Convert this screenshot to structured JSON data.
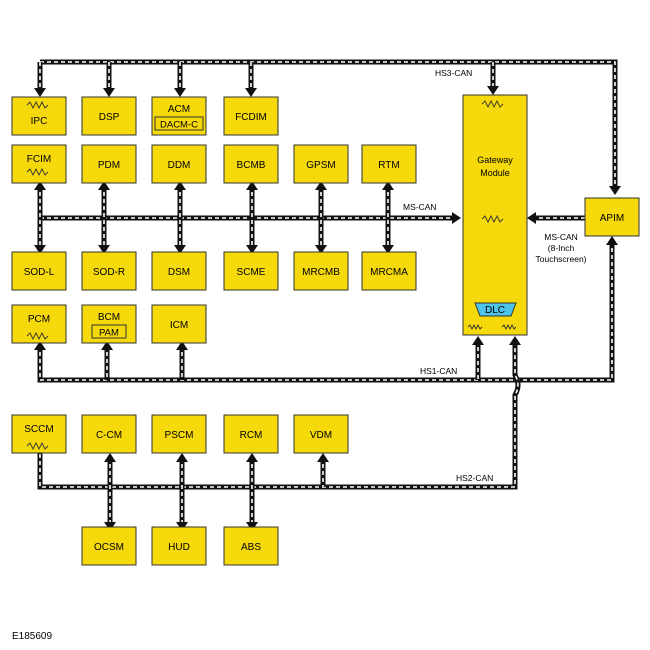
{
  "colors": {
    "module_fill": "#f5d90a",
    "module_stroke": "#333333",
    "bus_dark": "#111111",
    "bus_light": "#ffffff",
    "dlc_fill": "#4cc3e8"
  },
  "modules": {
    "ipc": "IPC",
    "dsp": "DSP",
    "acm": "ACM",
    "dacm_c": "DACM-C",
    "fcdim": "FCDIM",
    "fcim": "FCIM",
    "pdm": "PDM",
    "ddm": "DDM",
    "bcmb": "BCMB",
    "gpsm": "GPSM",
    "rtm": "RTM",
    "sod_l": "SOD-L",
    "sod_r": "SOD-R",
    "dsm": "DSM",
    "scme": "SCME",
    "mrcmb": "MRCMB",
    "mrcma": "MRCMA",
    "pcm": "PCM",
    "bcm": "BCM",
    "pam": "PAM",
    "icm": "ICM",
    "sccm": "SCCM",
    "c_cm": "C-CM",
    "pscm": "PSCM",
    "rcm": "RCM",
    "vdm": "VDM",
    "ocsm": "OCSM",
    "hud": "HUD",
    "abs": "ABS",
    "apim": "APIM",
    "gateway_line1": "Gateway",
    "gateway_line2": "Module",
    "dlc": "DLC"
  },
  "buses": {
    "hs3": "HS3-CAN",
    "ms": "MS-CAN",
    "ms_apim_line1": "MS-CAN",
    "ms_apim_line2": "(8-Inch",
    "ms_apim_line3": "Touchscreen)",
    "hs1": "HS1-CAN",
    "hs2": "HS2-CAN"
  },
  "figure_id": "E185609"
}
